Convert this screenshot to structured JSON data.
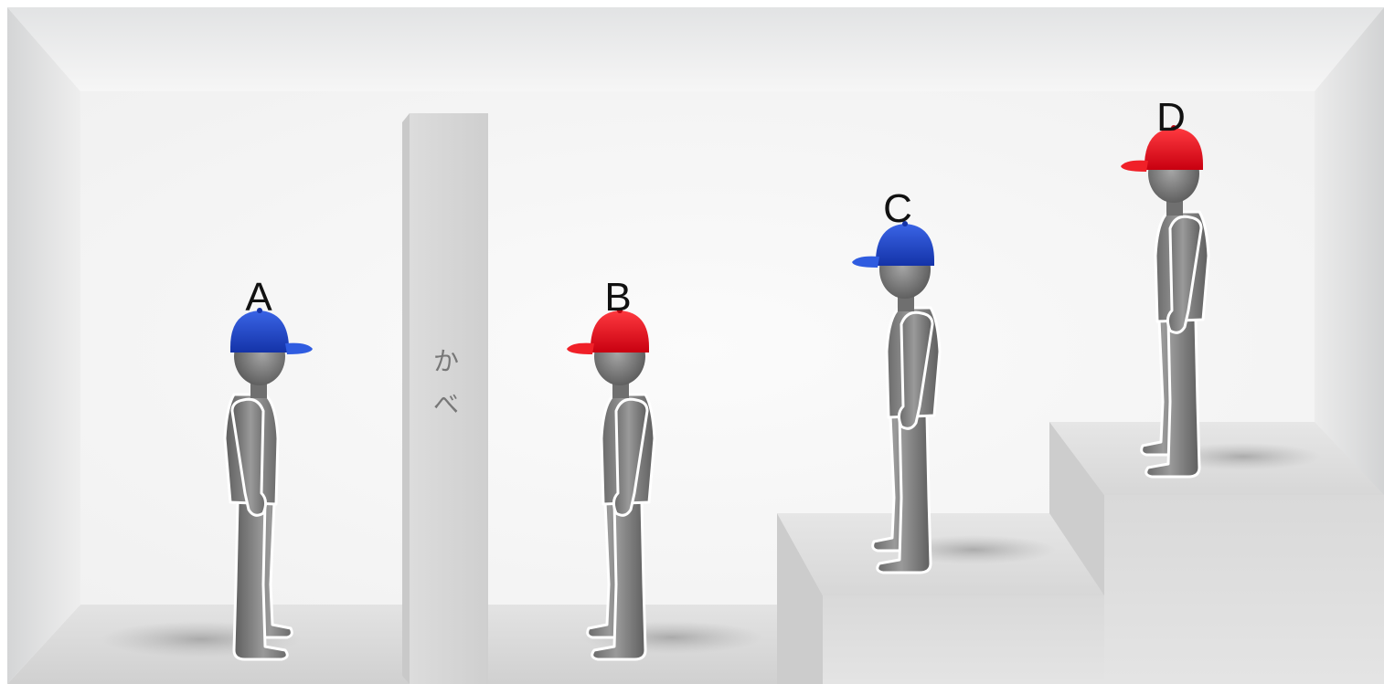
{
  "wall_label_chars": [
    "か",
    "べ"
  ],
  "colors": {
    "blue_cap": "#1f44c8",
    "red_cap": "#e8101c",
    "figure": "#7a7a7a",
    "floor": "#d8d8d8",
    "wall": "#f4f4f4"
  },
  "people": [
    {
      "label": "A",
      "cap": "blue",
      "faces": "right",
      "level": "floor"
    },
    {
      "label": "B",
      "cap": "red",
      "faces": "left",
      "level": "floor"
    },
    {
      "label": "C",
      "cap": "blue",
      "faces": "left",
      "level": "step 1"
    },
    {
      "label": "D",
      "cap": "red",
      "faces": "left",
      "level": "step 2"
    }
  ]
}
